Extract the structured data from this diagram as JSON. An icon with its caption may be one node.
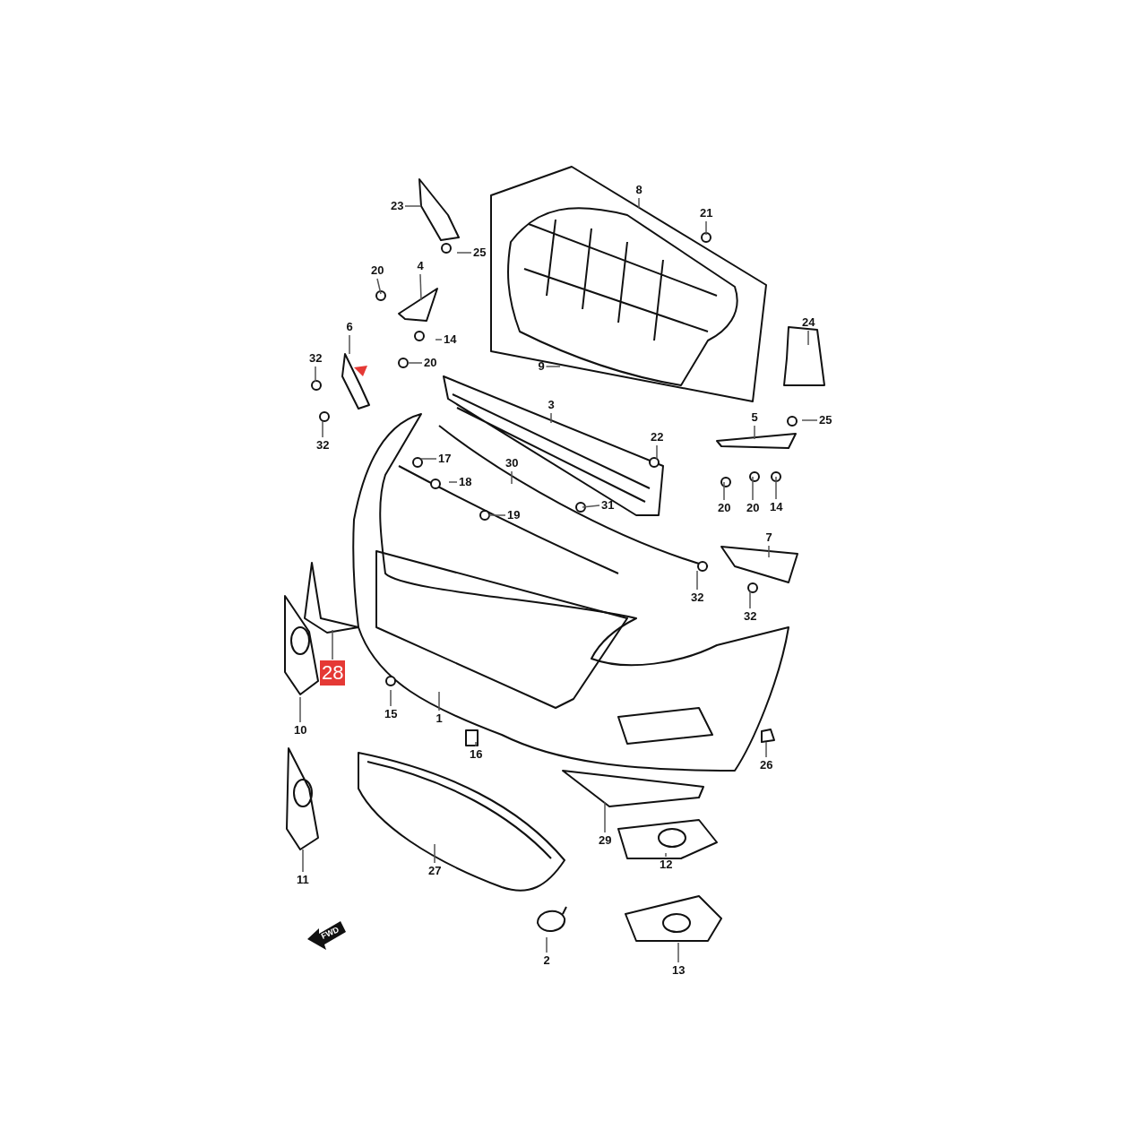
{
  "diagram": {
    "nodes": [
      {
        "text": [
          "8"
        ]
      },
      {
        "text": [
          "21"
        ]
      },
      {
        "text": [
          "23"
        ]
      },
      {
        "text": [
          "25"
        ]
      },
      {
        "text": [
          "20"
        ]
      },
      {
        "text": [
          "4"
        ]
      },
      {
        "text": [
          "24"
        ]
      },
      {
        "text": [
          "6"
        ]
      },
      {
        "text": [
          "14"
        ]
      },
      {
        "text": [
          "32"
        ]
      },
      {
        "text": [
          "20"
        ]
      },
      {
        "text": [
          "9"
        ]
      },
      {
        "text": [
          "3"
        ]
      },
      {
        "text": [
          "5"
        ]
      },
      {
        "text": [
          "25"
        ]
      },
      {
        "text": [
          "22"
        ]
      },
      {
        "text": [
          "32"
        ]
      },
      {
        "text": [
          "17"
        ]
      },
      {
        "text": [
          "30"
        ]
      },
      {
        "text": [
          "18"
        ]
      },
      {
        "text": [
          "31"
        ]
      },
      {
        "text": [
          "20"
        ]
      },
      {
        "text": [
          "20"
        ]
      },
      {
        "text": [
          "14"
        ]
      },
      {
        "text": [
          "19"
        ]
      },
      {
        "text": [
          "7"
        ]
      },
      {
        "text": [
          "32"
        ]
      },
      {
        "text": [
          "32"
        ]
      },
      {
        "text": [
          "28"
        ]
      },
      {
        "text": [
          "15"
        ]
      },
      {
        "text": [
          "1"
        ]
      },
      {
        "text": [
          "10"
        ]
      },
      {
        "text": [
          "16"
        ]
      },
      {
        "text": [
          "26"
        ]
      },
      {
        "text": [
          "29"
        ]
      },
      {
        "text": [
          "27"
        ]
      },
      {
        "text": [
          "11"
        ]
      },
      {
        "text": [
          "12"
        ]
      },
      {
        "text": [
          "2"
        ]
      },
      {
        "text": [
          "13"
        ]
      }
    ],
    "edges": [
      {
        "from": 0,
        "to": null,
        "arrow": "none"
      },
      {
        "from": 1,
        "to": null,
        "arrow": "none"
      },
      {
        "from": 2,
        "to": null,
        "arrow": "none"
      },
      {
        "from": 3,
        "to": null,
        "arrow": "none"
      },
      {
        "from": 4,
        "to": null,
        "arrow": "none"
      },
      {
        "from": 5,
        "to": null,
        "arrow": "none"
      },
      {
        "from": 6,
        "to": null,
        "arrow": "none"
      },
      {
        "from": 7,
        "to": null,
        "arrow": "none"
      },
      {
        "from": 8,
        "to": null,
        "arrow": "none"
      },
      {
        "from": 9,
        "to": null,
        "arrow": "none"
      },
      {
        "from": 10,
        "to": null,
        "arrow": "none"
      },
      {
        "from": 11,
        "to": null,
        "arrow": "none"
      },
      {
        "from": 12,
        "to": null,
        "arrow": "none"
      },
      {
        "from": 13,
        "to": null,
        "arrow": "none"
      },
      {
        "from": 14,
        "to": null,
        "arrow": "none"
      },
      {
        "from": 15,
        "to": null,
        "arrow": "none"
      },
      {
        "from": 16,
        "to": null,
        "arrow": "none"
      },
      {
        "from": 17,
        "to": null,
        "arrow": "none"
      },
      {
        "from": 18,
        "to": null,
        "arrow": "none"
      },
      {
        "from": 19,
        "to": null,
        "arrow": "none"
      },
      {
        "from": 20,
        "to": null,
        "arrow": "none"
      },
      {
        "from": 21,
        "to": null,
        "arrow": "none"
      },
      {
        "from": 22,
        "to": null,
        "arrow": "none"
      },
      {
        "from": 23,
        "to": null,
        "arrow": "none"
      },
      {
        "from": 24,
        "to": null,
        "arrow": "none"
      },
      {
        "from": 25,
        "to": null,
        "arrow": "none"
      },
      {
        "from": 26,
        "to": null,
        "arrow": "none"
      },
      {
        "from": 27,
        "to": null,
        "arrow": "none"
      },
      {
        "from": 28,
        "to": null,
        "arrow": "none"
      },
      {
        "from": 29,
        "to": null,
        "arrow": "none"
      },
      {
        "from": 30,
        "to": null,
        "arrow": "none"
      },
      {
        "from": 31,
        "to": null,
        "arrow": "none"
      },
      {
        "from": 32,
        "to": null,
        "arrow": "none"
      },
      {
        "from": 33,
        "to": null,
        "arrow": "none"
      },
      {
        "from": 34,
        "to": null,
        "arrow": "none"
      },
      {
        "from": 35,
        "to": null,
        "arrow": "none"
      },
      {
        "from": 36,
        "to": null,
        "arrow": "none"
      },
      {
        "from": 37,
        "to": null,
        "arrow": "none"
      },
      {
        "from": 38,
        "to": null,
        "arrow": "none"
      },
      {
        "from": 39,
        "to": null,
        "arrow": "none"
      }
    ],
    "labels": [
      "FWD"
    ]
  }
}
